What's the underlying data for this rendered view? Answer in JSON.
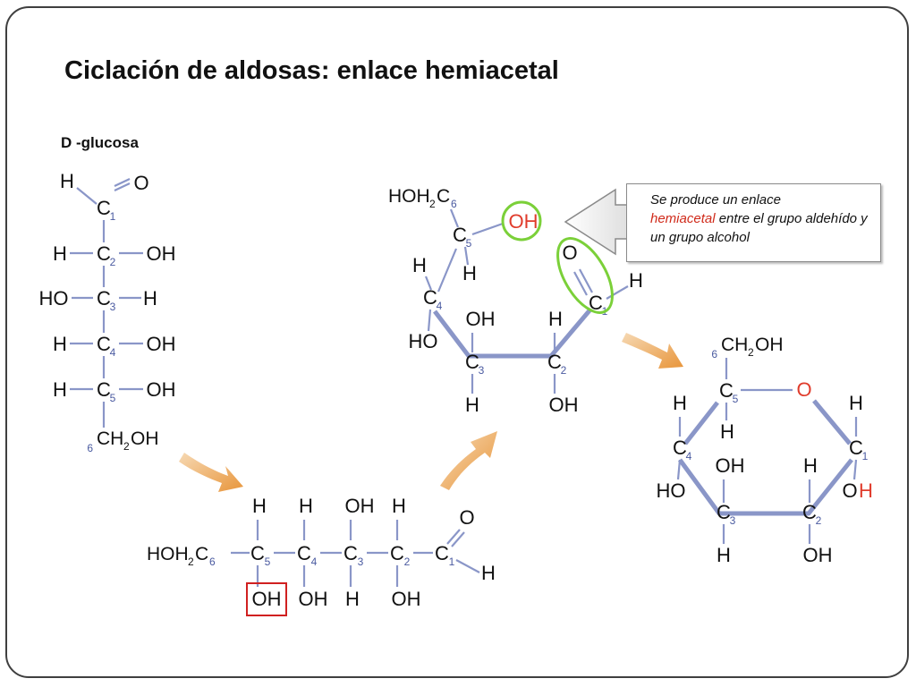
{
  "slide": {
    "title": "Ciclación de aldosas: enlace hemiacetal",
    "subtitle": "D -glucosa"
  },
  "callout": {
    "prefix": "Se produce un enlace",
    "highlight": "hemiacetal",
    "suffix": "entre el grupo aldehído y un grupo alcohol"
  },
  "colors": {
    "frame": "#3f3f3f",
    "bond": "#8a96c8",
    "carbon_index": "#4a5aa0",
    "oxygen_ring": "#e03c2c",
    "green_highlight": "#7bd039",
    "red_box": "#d02020",
    "arrow": "#e8953a"
  },
  "labels": {
    "H": "H",
    "O": "O",
    "C": "C",
    "OH": "OH",
    "HO": "HO",
    "HOH": "HOH",
    "CH": "CH",
    "OH_O": "O",
    "OH_H": "H",
    "sub2": "2",
    "c1": "1",
    "c2": "2",
    "c3": "3",
    "c4": "4",
    "c5": "5",
    "c6": "6"
  }
}
